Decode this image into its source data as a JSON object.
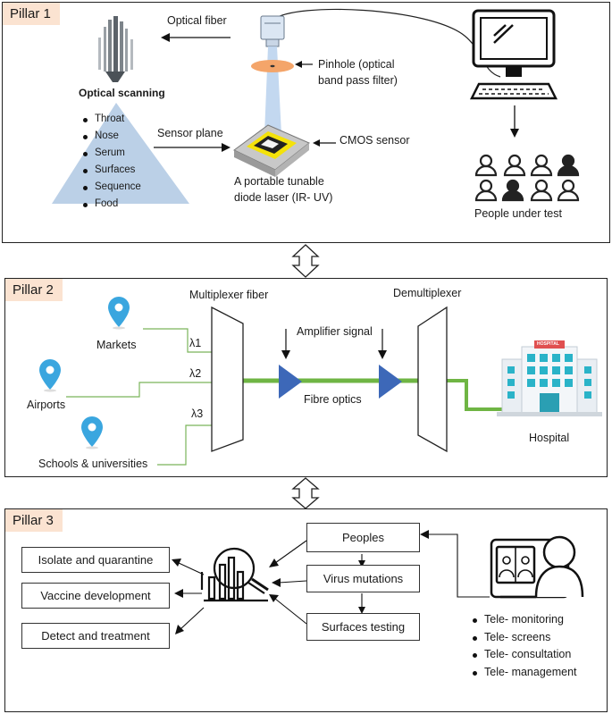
{
  "pillar1": {
    "tag": "Pillar 1",
    "optical_fiber_label": "Optical fiber",
    "optical_scanning_label": "Optical scanning",
    "sample_list": [
      "Throat",
      "Nose",
      "Serum",
      "Surfaces",
      "Sequence",
      "Food"
    ],
    "sensor_plane_label": "Sensor plane",
    "pinhole_label_line1": "Pinhole (optical",
    "pinhole_label_line2": "band pass filter)",
    "cmos_label": "CMOS sensor",
    "laser_label_line1": "A portable tunable",
    "laser_label_line2": "diode laser (IR- UV)",
    "people_label": "People under test",
    "colors": {
      "laser_beam": "#bcd4ee",
      "triangle": "#b7cde6",
      "chip_yellow": "#f4e20a",
      "pinhole": "#f4a56a"
    }
  },
  "pillar2": {
    "tag": "Pillar 2",
    "multiplexer_label": "Multiplexer fiber",
    "demultiplexer_label": "Demultiplexer",
    "amplifier_label": "Amplifier signal",
    "fibre_optics_label": "Fibre optics",
    "hospital_label": "Hospital",
    "hospital_sign": "HOSPITAL",
    "locations": [
      "Markets",
      "Airports",
      "Schools & universities"
    ],
    "wavelengths": [
      "λ1",
      "λ2",
      "λ3"
    ],
    "colors": {
      "fiber": "#6fb544",
      "amplifier": "#3d68b8",
      "pin": "#3aa6df"
    }
  },
  "pillar3": {
    "tag": "Pillar 3",
    "outcomes": [
      "Isolate and quarantine",
      "Vaccine development",
      "Detect and treatment"
    ],
    "flow_boxes": [
      "Peoples",
      "Virus mutations",
      "Surfaces testing"
    ],
    "tele_list": [
      "Tele- monitoring",
      "Tele- screens",
      "Tele- consultation",
      "Tele- management"
    ]
  }
}
